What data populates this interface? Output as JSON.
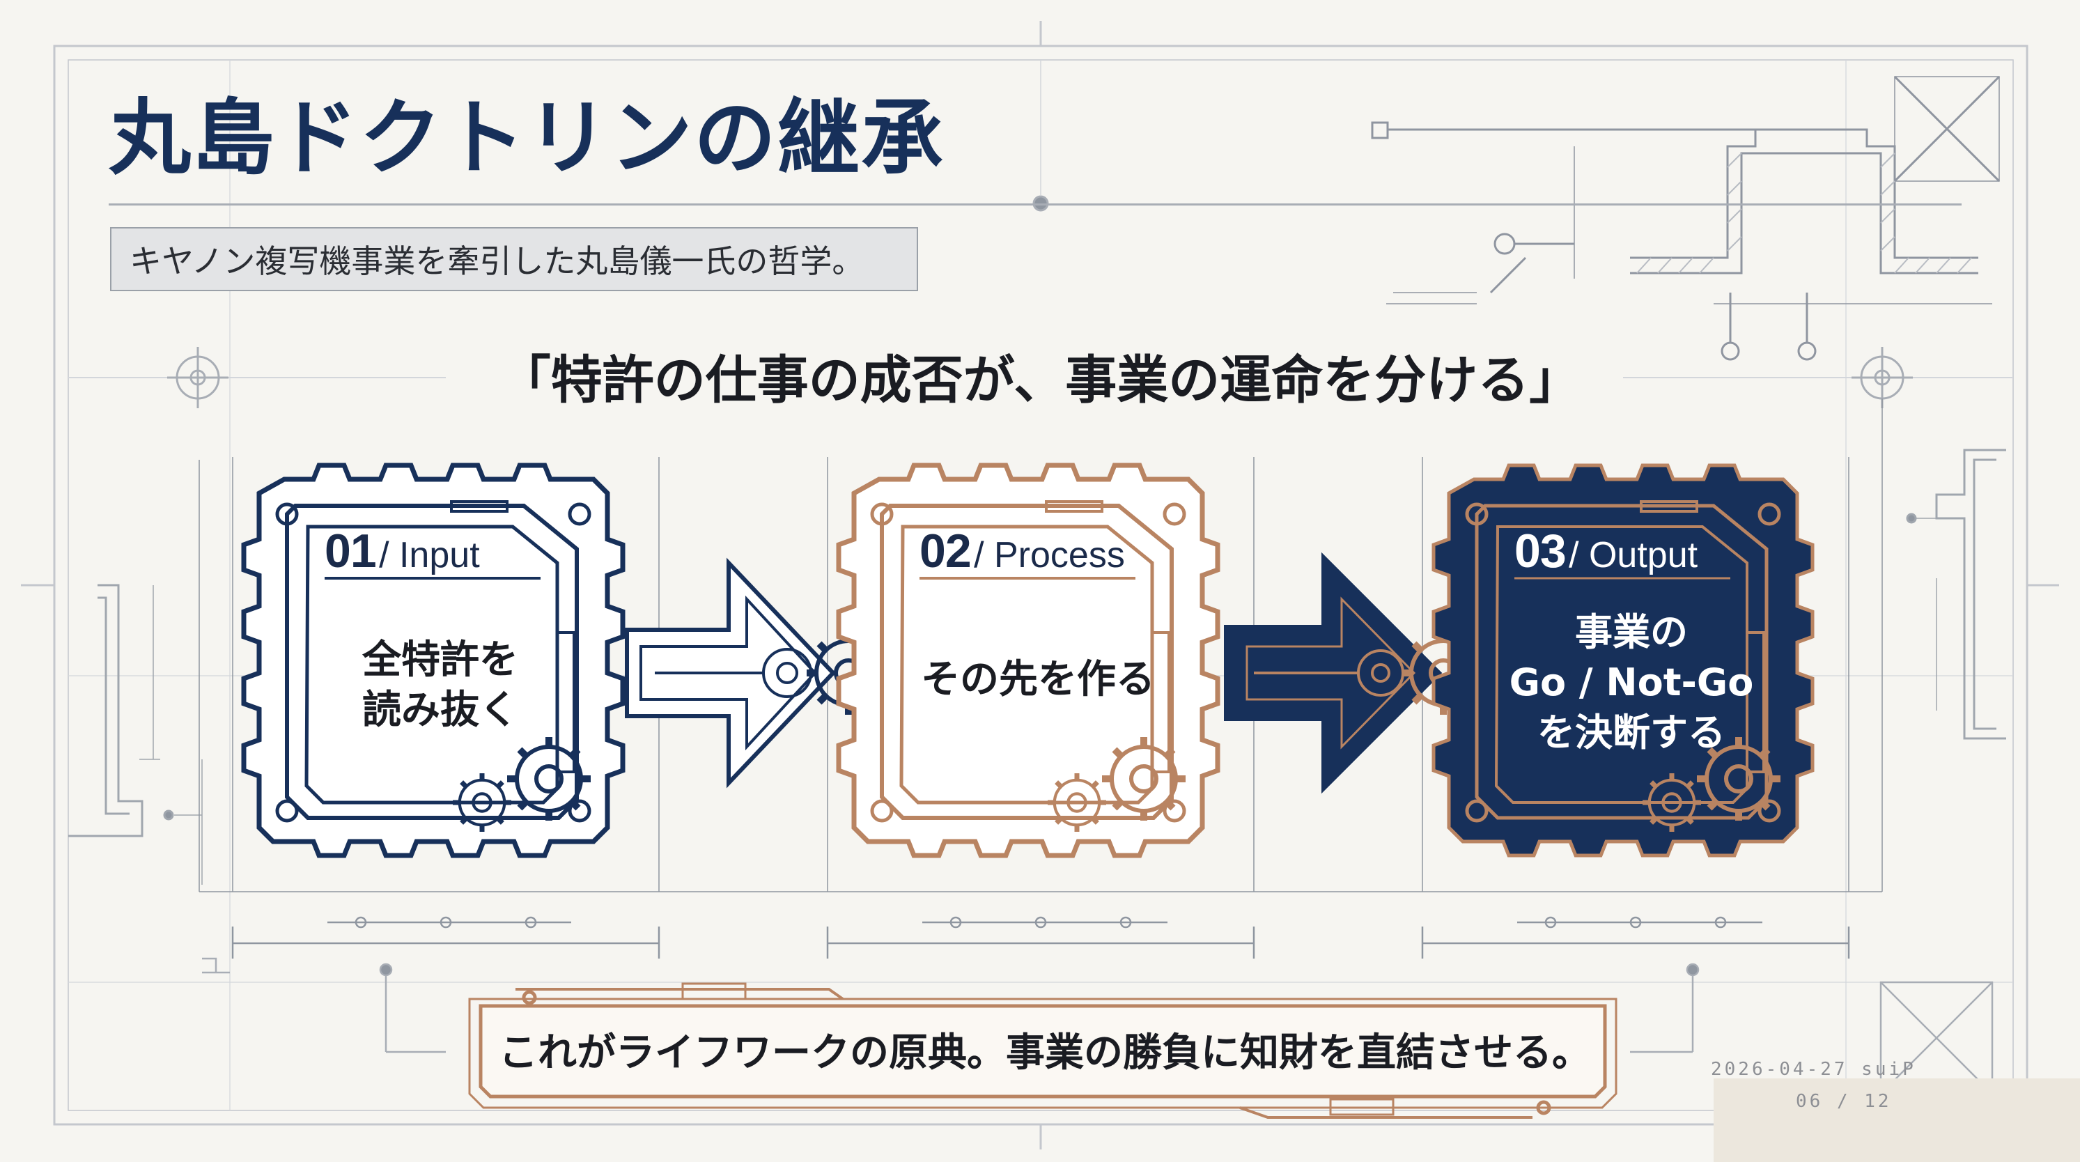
{
  "slide": {
    "title": "丸島ドクトリンの継承",
    "subtitle": "キヤノン複写機事業を牽引した丸島儀一氏の哲学。",
    "quote": "「特許の仕事の成否が、事業の運命を分ける」",
    "steps": [
      {
        "number": "01",
        "label": "/ Input",
        "lines": [
          "全特許を",
          "読み抜く"
        ],
        "theme": "outline-navy"
      },
      {
        "number": "02",
        "label": "/ Process",
        "lines": [
          "その先を作る"
        ],
        "theme": "outline-copper"
      },
      {
        "number": "03",
        "label": "/ Output",
        "lines": [
          "事業の",
          "Go / Not-Go",
          "を決断する"
        ],
        "theme": "filled-navy"
      }
    ],
    "bottom_message": "これがライフワークの原典。事業の勝負に知財を直結させる。",
    "footer": {
      "date_author": "2026-04-27 suiP",
      "page": "06 / 12"
    }
  },
  "colors": {
    "navy": "#17305a",
    "copper": "#b98462",
    "background": "#f6f5f1",
    "blueprint_line": "#c9ccd2"
  }
}
